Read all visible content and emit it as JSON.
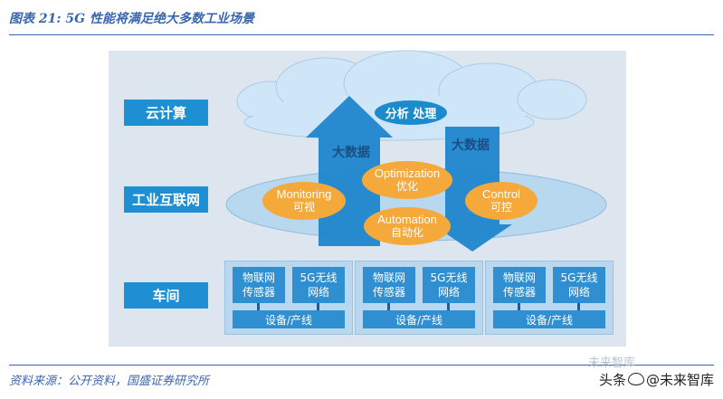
{
  "figure": {
    "caption": "图表 21:  5G 性能将满足绝大多数工业场景",
    "source": "资料来源：公开资料，国盛证券研究所",
    "watermark": "未来智库",
    "footer_brand": "头条",
    "footer_handle": "@未来智库"
  },
  "layers": [
    {
      "label": "云计算"
    },
    {
      "label": "工业互联网"
    },
    {
      "label": "车间"
    }
  ],
  "cloud": {
    "label": "分析 处理"
  },
  "arrows": {
    "up_label": "大数据",
    "down_label": "大数据"
  },
  "nodes": {
    "monitoring": {
      "en": "Monitoring",
      "zh": "可视"
    },
    "optimization": {
      "en": "Optimization",
      "zh": "优化"
    },
    "automation": {
      "en": "Automation",
      "zh": "自动化"
    },
    "control": {
      "en": "Control",
      "zh": "可控"
    }
  },
  "workshop": [
    {
      "sensor": [
        "物联网",
        "传感器"
      ],
      "network": [
        "5G无线",
        "网络"
      ],
      "bar": "设备/产线"
    },
    {
      "sensor": [
        "物联网",
        "传感器"
      ],
      "network": [
        "5G无线",
        "网络"
      ],
      "bar": "设备/产线"
    },
    {
      "sensor": [
        "物联网",
        "传感器"
      ],
      "network": [
        "5G无线",
        "网络"
      ],
      "bar": "设备/产线"
    }
  ],
  "colors": {
    "accent_blue": "#1d8fd2",
    "arrow_blue": "#1f86cc",
    "node_orange": "#f4a93a",
    "ellipse_fill": "#b7d8ee",
    "cloud_fill": "#cfe6f8"
  }
}
